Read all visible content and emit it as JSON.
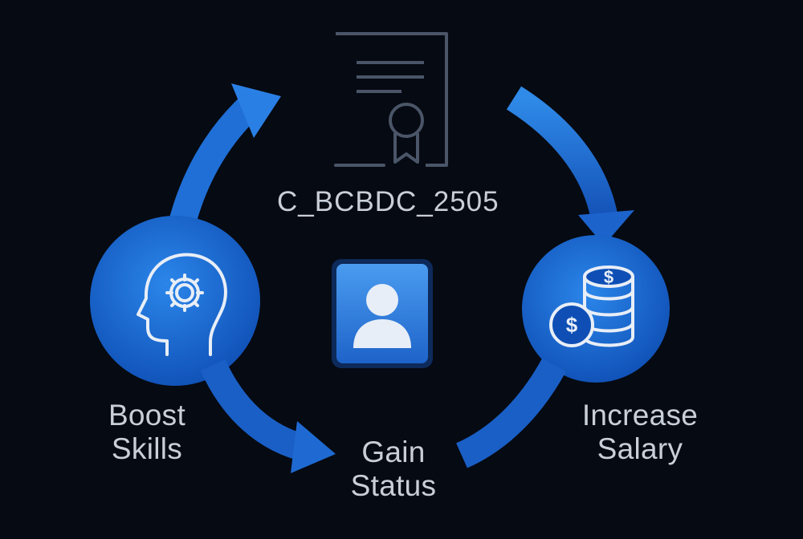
{
  "certificate": {
    "code": "C_BCBDC_2505"
  },
  "nodes": {
    "skills": {
      "line1": "Boost",
      "line2": "Skills"
    },
    "status": {
      "line1": "Gain",
      "line2": "Status"
    },
    "salary": {
      "line1": "Increase",
      "line2": "Salary"
    }
  },
  "icons": [
    "certificate-icon",
    "head-gear-icon",
    "user-profile-icon",
    "coins-dollar-icon"
  ],
  "colors": {
    "background": "#060a12",
    "accent": "#1f6fd6",
    "text": "#c9cfd8",
    "outline": "#4a5568"
  }
}
